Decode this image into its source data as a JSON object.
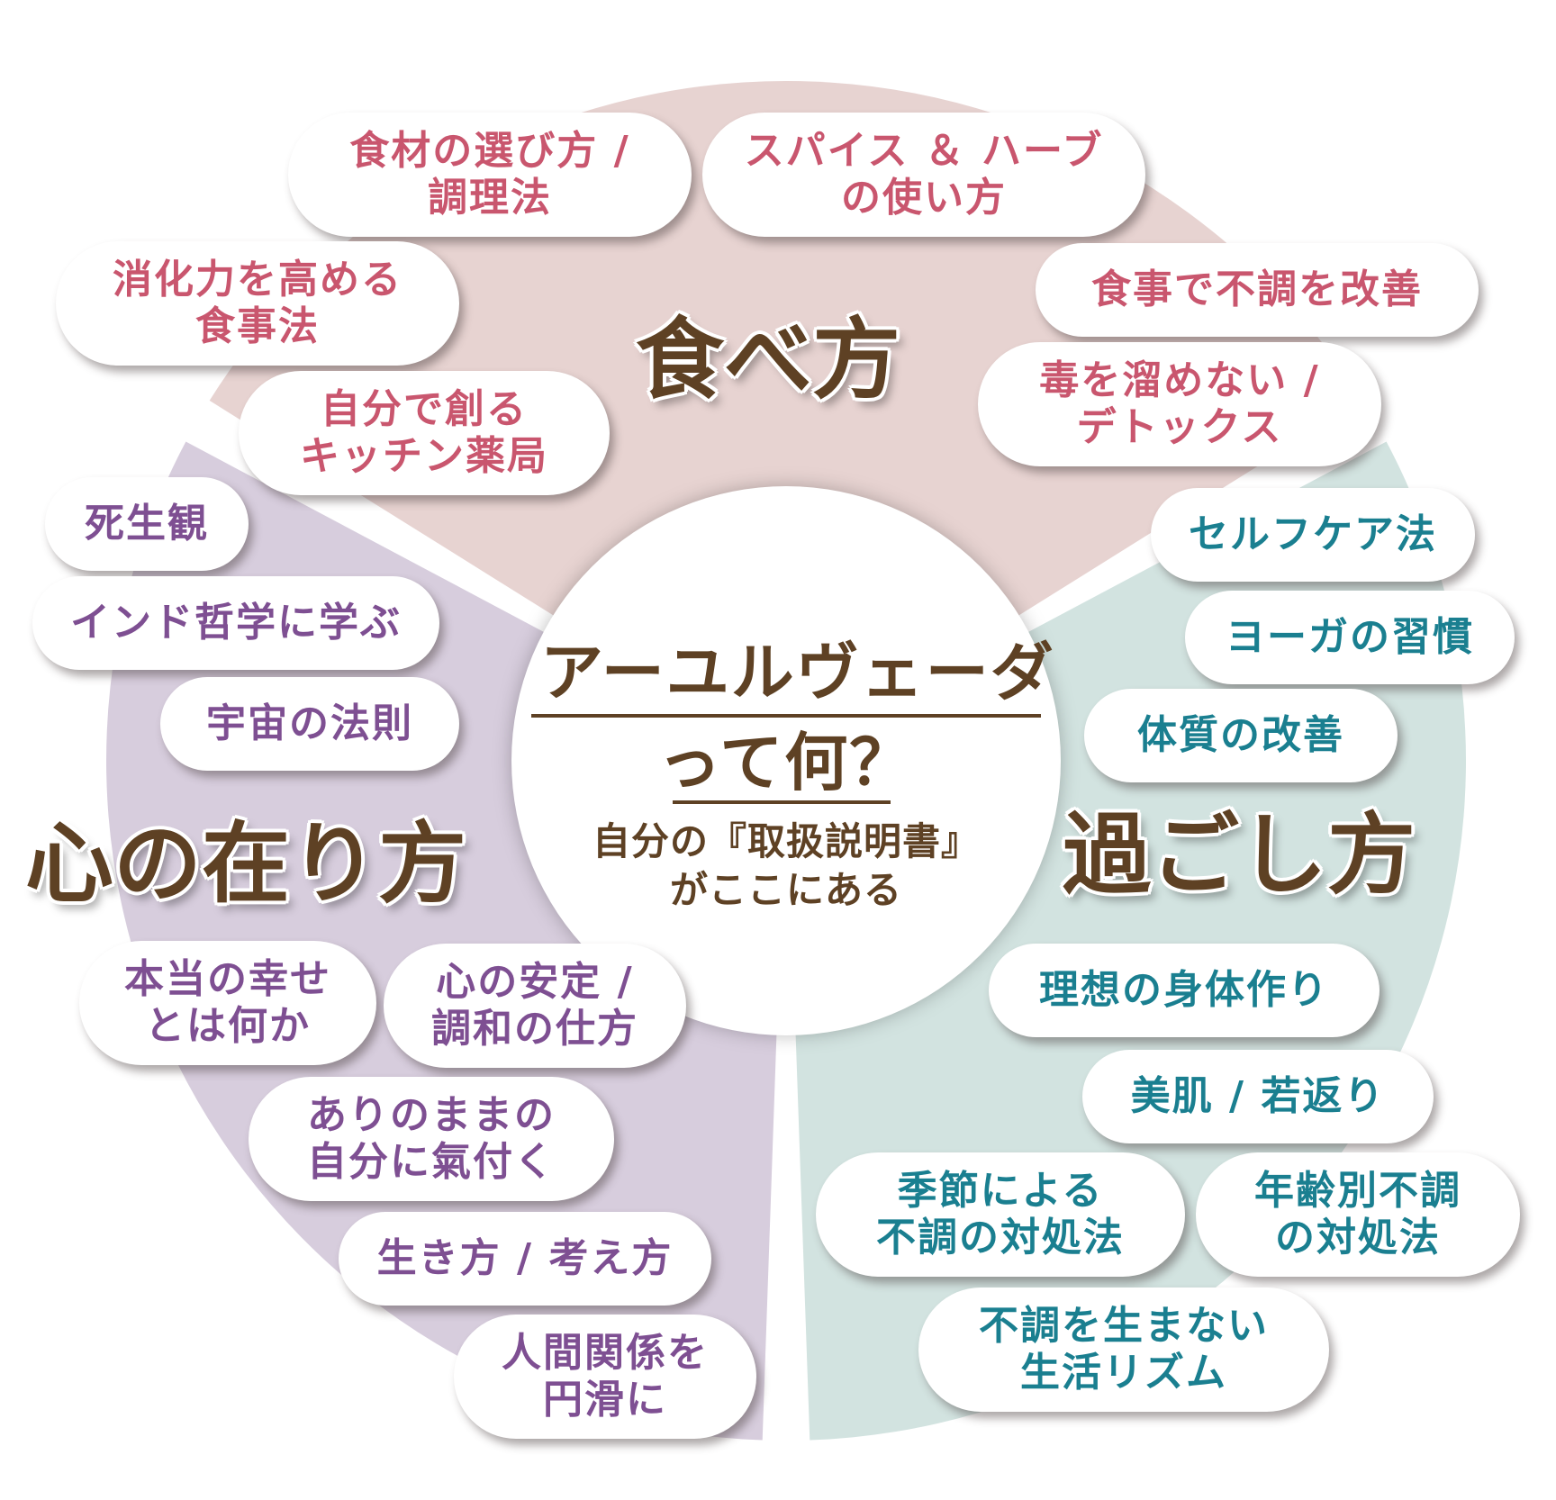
{
  "colors": {
    "eat_sector": "#e7d3d1",
    "live_sector": "#d2e3e0",
    "mind_sector": "#d7cddd",
    "eat_text": "#c9566e",
    "live_text": "#1a7f90",
    "mind_text": "#7e4f92",
    "heading": "#5e4124"
  },
  "center": {
    "title_line1": "アーユルヴェーダ",
    "title_line2": "って何？",
    "subtitle": "自分の『取扱説明書』\nがここにある"
  },
  "categories": {
    "eat": "食べ方",
    "live": "過ごし方",
    "mind": "心の在り方"
  },
  "eat_items": [
    "食材の選び方 /\n調理法",
    "スパイス ＆ ハーブ\nの使い方",
    "消化力を高める\n食事法",
    "食事で不調を改善",
    "毒を溜めない /\nデトックス",
    "自分で創る\nキッチン薬局"
  ],
  "live_items": [
    "セルフケア法",
    "ヨーガの習慣",
    "体質の改善",
    "理想の身体作り",
    "美肌 / 若返り",
    "季節による\n不調の対処法",
    "年齢別不調\nの対処法",
    "不調を生まない\n生活リズム"
  ],
  "mind_items": [
    "死生観",
    "インド哲学に学ぶ",
    "宇宙の法則",
    "本当の幸せ\nとは何か",
    "心の安定 /\n調和の仕方",
    "ありのままの\n自分に氣付く",
    "生き方 / 考え方",
    "人間関係を\n円滑に"
  ]
}
